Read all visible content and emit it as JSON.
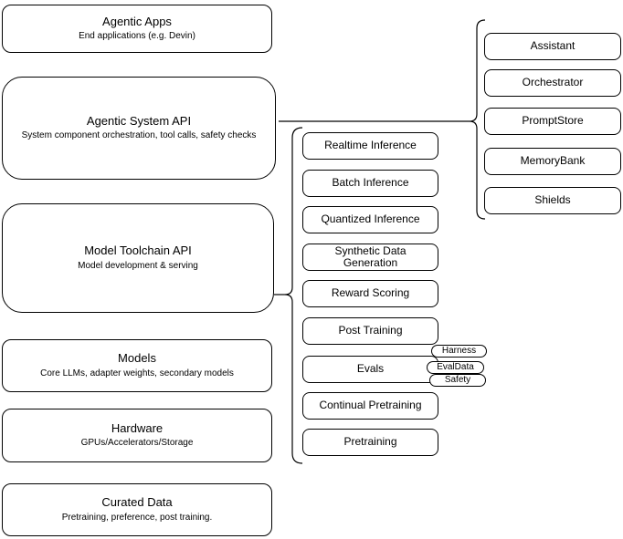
{
  "diagram": {
    "colors": {
      "stroke": "#000000",
      "background": "#ffffff"
    },
    "stack": [
      {
        "title": "Agentic Apps",
        "subtitle": "End applications (e.g. Devin)"
      },
      {
        "title": "Agentic System API",
        "subtitle": "System component orchestration, tool calls, safety checks"
      },
      {
        "title": "Model Toolchain API",
        "subtitle": "Model development & serving"
      },
      {
        "title": "Models",
        "subtitle": "Core LLMs, adapter weights, secondary models"
      },
      {
        "title": "Hardware",
        "subtitle": "GPUs/Accelerators/Storage"
      },
      {
        "title": "Curated Data",
        "subtitle": "Pretraining, preference, post training."
      }
    ],
    "toolchain_items": [
      "Realtime Inference",
      "Batch Inference",
      "Quantized Inference",
      "Synthetic Data Generation",
      "Reward Scoring",
      "Post Training",
      "Evals",
      "Continual Pretraining",
      "Pretraining"
    ],
    "eval_tags": [
      "Harness",
      "EvalData",
      "Safety"
    ],
    "system_components": [
      "Assistant",
      "Orchestrator",
      "PromptStore",
      "MemoryBank",
      "Shields"
    ]
  }
}
